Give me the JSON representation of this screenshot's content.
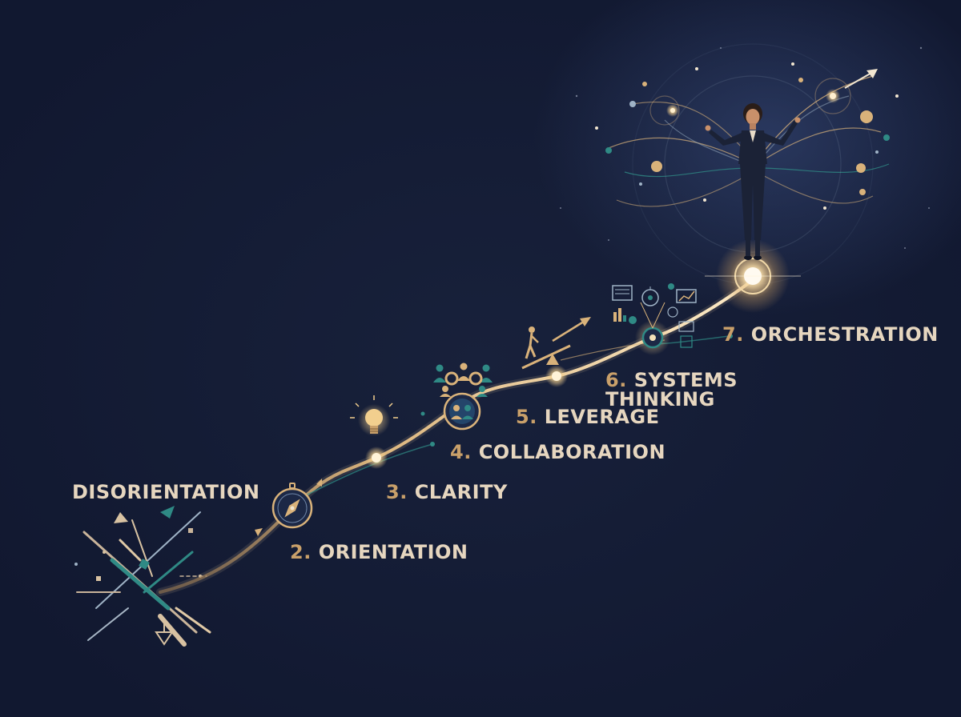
{
  "stages": [
    {
      "id": "disorientation",
      "text": "DISORIENTATION"
    },
    {
      "id": "orientation",
      "num": "2.",
      "text": "ORIENTATION"
    },
    {
      "id": "clarity",
      "num": "3.",
      "text": "CLARITY"
    },
    {
      "id": "collaboration",
      "num": "4.",
      "text": "COLLABORATION"
    },
    {
      "id": "leverage",
      "num": "5.",
      "text": "LEVERAGE"
    },
    {
      "id": "systems-thinking",
      "num": "6.",
      "text_line1": "SYSTEMS",
      "text_line2": "THINKING"
    },
    {
      "id": "orchestration",
      "num": "7.",
      "text": "ORCHESTRATION"
    }
  ],
  "icons": [
    "scattered-shapes-icon",
    "compass-icon",
    "lightbulb-icon",
    "people-network-icon",
    "person-on-lever-icon",
    "dashboard-icon",
    "woman-conductor-icon"
  ],
  "colors": {
    "background": "#141c33",
    "label_text": "#e6d6bf",
    "number_text": "#c9a06a",
    "path_gold": "#e8c48a",
    "teal_accent": "#2f8a85"
  }
}
